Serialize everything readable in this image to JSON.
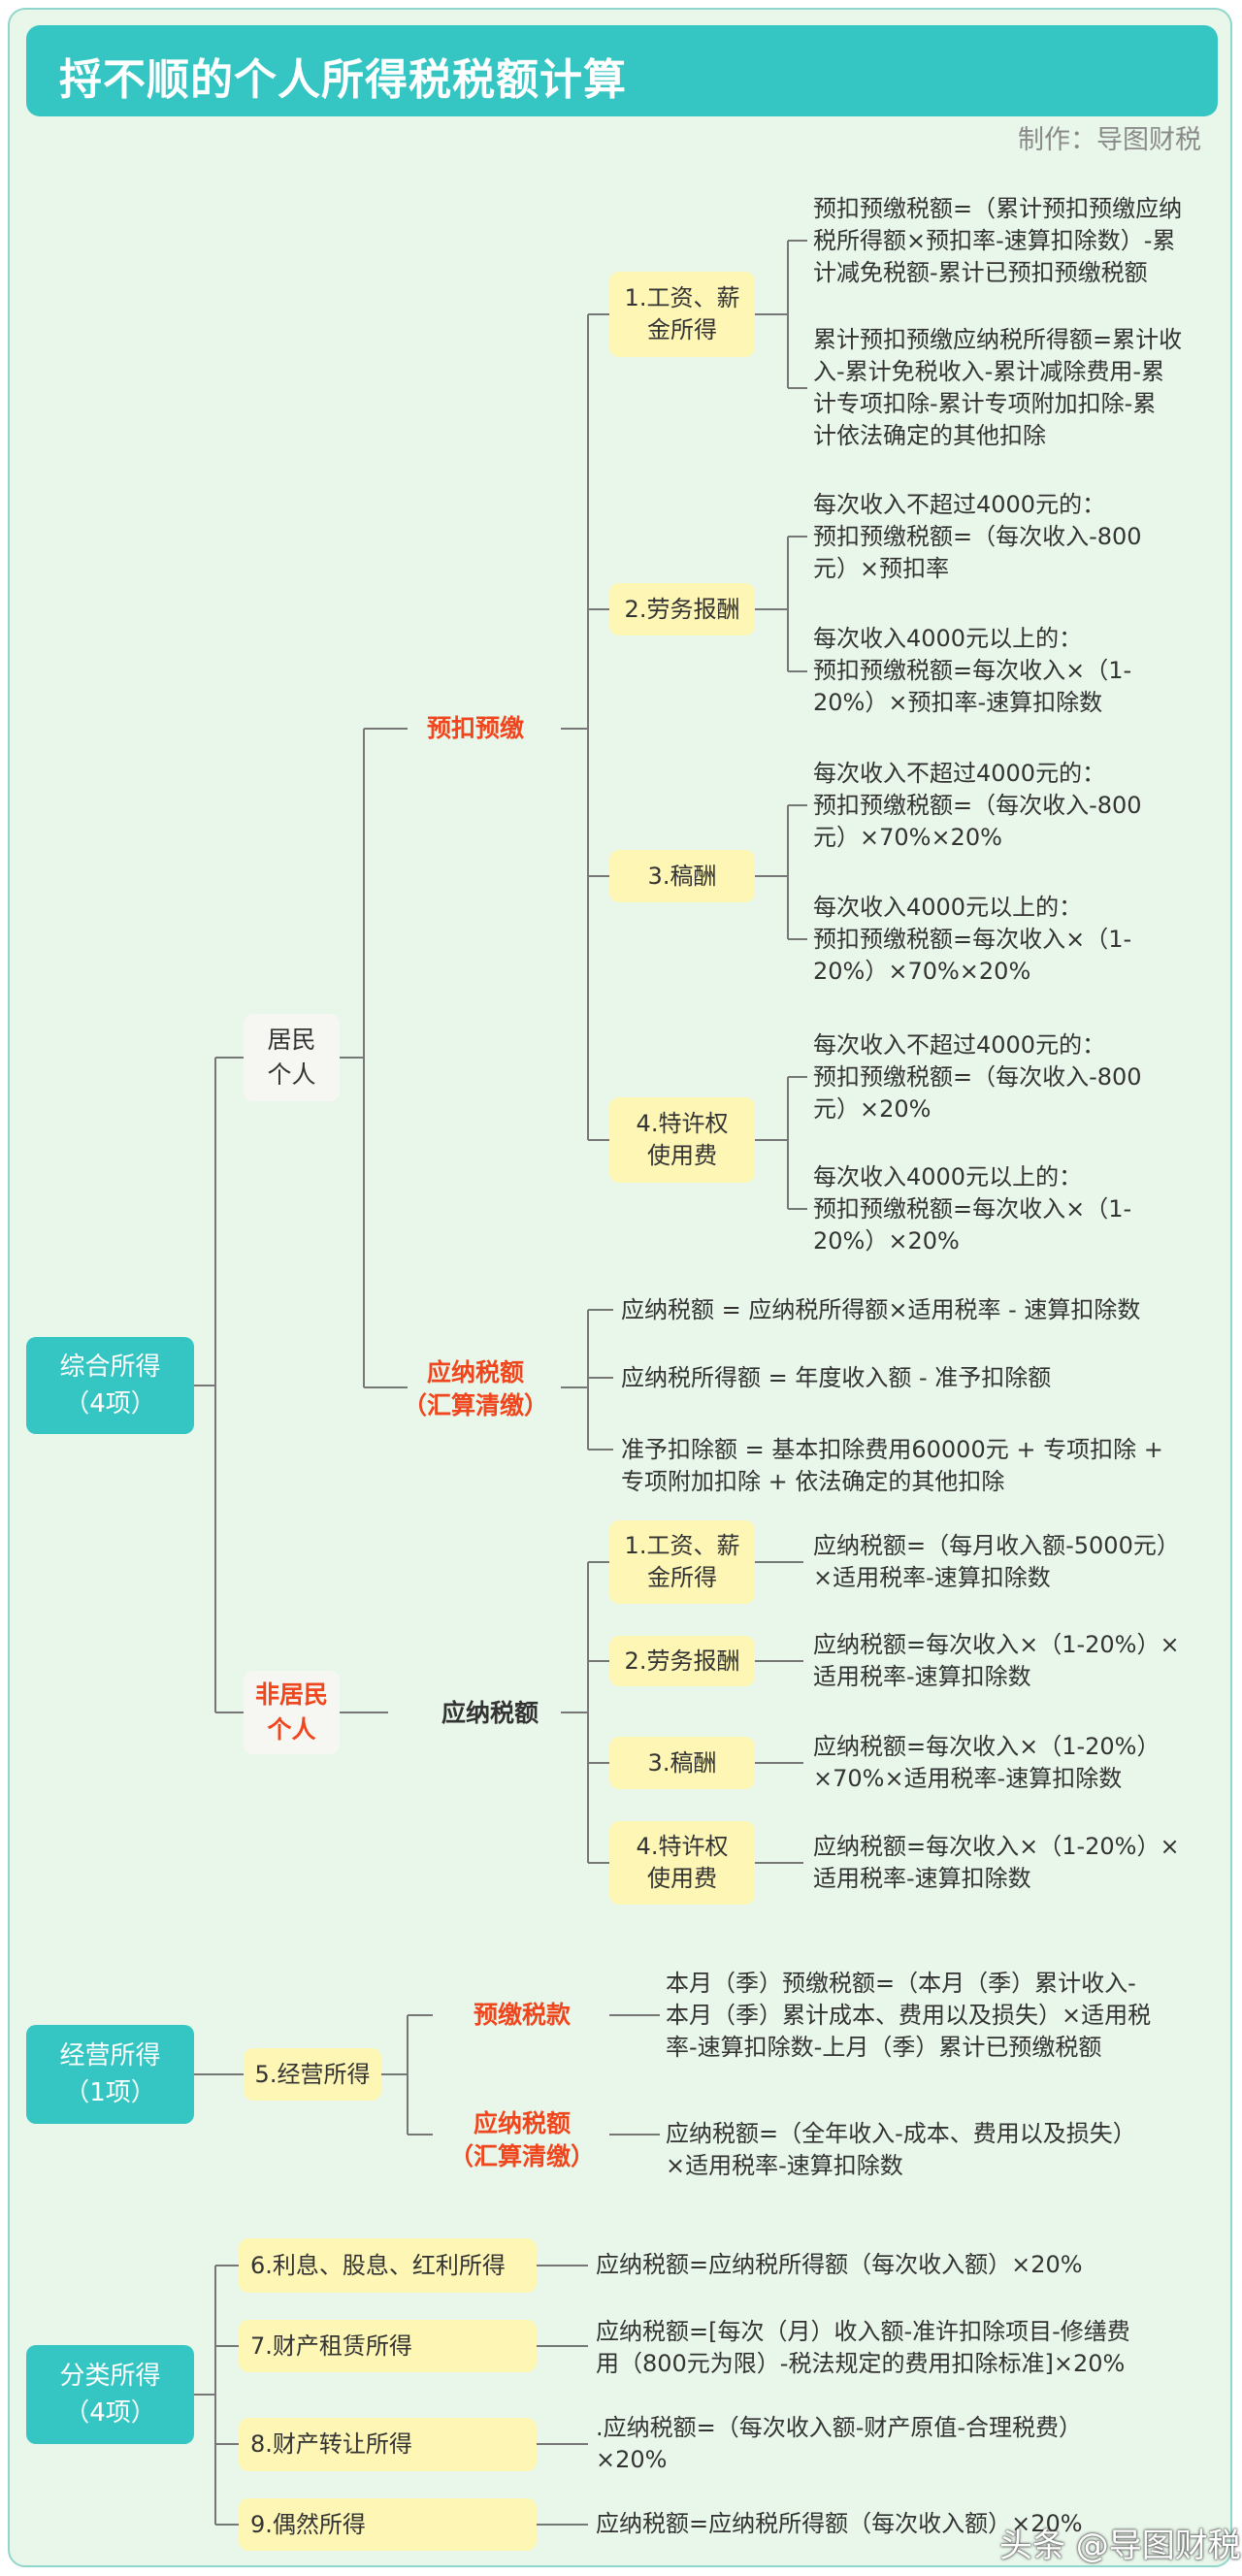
{
  "header": {
    "title": "捋不顺的个人所得税税额计算",
    "credit": "制作：导图财税"
  },
  "colors": {
    "teal": "#35c6c3",
    "highlight_red": "#f0461e",
    "yellow_node": "#fdf6b5",
    "background": "#e9f7ea"
  },
  "comprehensive": {
    "label": [
      "综合所得",
      "（4项）"
    ],
    "resident": {
      "label": [
        "居民",
        "个人"
      ],
      "prepay": {
        "label": [
          "预扣预缴"
        ],
        "items": [
          {
            "label": [
              "1.工资、薪",
              "金所得"
            ],
            "formulas": [
              [
                "预扣预缴税额=（累计预扣预缴应纳",
                "税所得额×预扣率-速算扣除数）-累",
                "计减免税额-累计已预扣预缴税额"
              ],
              [
                "累计预扣预缴应纳税所得额=累计收",
                "入-累计免税收入-累计减除费用-累",
                "计专项扣除-累计专项附加扣除-累",
                "计依法确定的其他扣除"
              ]
            ]
          },
          {
            "label": [
              "2.劳务报酬"
            ],
            "formulas": [
              [
                "每次收入不超过4000元的：",
                "预扣预缴税额=（每次收入-800",
                "元）×预扣率"
              ],
              [
                "每次收入4000元以上的：",
                "预扣预缴税额=每次收入×（1-",
                "20%）×预扣率-速算扣除数"
              ]
            ]
          },
          {
            "label": [
              "3.稿酬"
            ],
            "formulas": [
              [
                "每次收入不超过4000元的：",
                "预扣预缴税额=（每次收入-800",
                "元）×70%×20%"
              ],
              [
                "每次收入4000元以上的：",
                "预扣预缴税额=每次收入×（1-",
                "20%）×70%×20%"
              ]
            ]
          },
          {
            "label": [
              "4.特许权",
              "使用费"
            ],
            "formulas": [
              [
                "每次收入不超过4000元的：",
                "预扣预缴税额=（每次收入-800",
                "元）×20%"
              ],
              [
                "每次收入4000元以上的：",
                "预扣预缴税额=每次收入×（1-",
                "20%）×20%"
              ]
            ]
          }
        ]
      },
      "annual": {
        "label": [
          "应纳税额",
          "（汇算清缴）"
        ],
        "formulas": [
          [
            "应纳税额 = 应纳税所得额×适用税率 - 速算扣除数"
          ],
          [
            "应纳税所得额 = 年度收入额 - 准予扣除额"
          ],
          [
            "准予扣除额 = 基本扣除费用60000元 + 专项扣除 +",
            "专项附加扣除 + 依法确定的其他扣除"
          ]
        ]
      }
    },
    "nonresident": {
      "label": [
        "非居民",
        "个人"
      ],
      "tax": {
        "label": [
          "应纳税额"
        ],
        "items": [
          {
            "label": [
              "1.工资、薪",
              "金所得"
            ],
            "formula": [
              "应纳税额=（每月收入额-5000元）",
              "×适用税率-速算扣除数"
            ]
          },
          {
            "label": [
              "2.劳务报酬"
            ],
            "formula": [
              "应纳税额=每次收入×（1-20%）×",
              "适用税率-速算扣除数"
            ]
          },
          {
            "label": [
              "3.稿酬"
            ],
            "formula": [
              "应纳税额=每次收入×（1-20%）",
              "×70%×适用税率-速算扣除数"
            ]
          },
          {
            "label": [
              "4.特许权",
              "使用费"
            ],
            "formula": [
              "应纳税额=每次收入×（1-20%）×",
              "适用税率-速算扣除数"
            ]
          }
        ]
      }
    }
  },
  "business": {
    "label": [
      "经营所得",
      "（1项）"
    ],
    "item": {
      "label": [
        "5.经营所得"
      ]
    },
    "prepay": {
      "label": [
        "预缴税款"
      ],
      "formula": [
        "本月（季）预缴税额=（本月（季）累计收入-",
        "本月（季）累计成本、费用以及损失）×适用税",
        "率-速算扣除数-上月（季）累计已预缴税额"
      ]
    },
    "annual": {
      "label": [
        "应纳税额",
        "（汇算清缴）"
      ],
      "formula": [
        "应纳税额=（全年收入-成本、费用以及损失）",
        "×适用税率-速算扣除数"
      ]
    }
  },
  "classified": {
    "label": [
      "分类所得",
      "（4项）"
    ],
    "items": [
      {
        "label": [
          "6.利息、股息、红利所得"
        ],
        "formula": [
          "应纳税额=应纳税所得额（每次收入额）×20%"
        ]
      },
      {
        "label": [
          "7.财产租赁所得"
        ],
        "formula": [
          "应纳税额=[每次（月）收入额-准许扣除项目-修缮费",
          "用（800元为限）-税法规定的费用扣除标准]×20%"
        ]
      },
      {
        "label": [
          "8.财产转让所得"
        ],
        "formula": [
          ".应纳税额=（每次收入额-财产原值-合理税费）",
          "×20%"
        ]
      },
      {
        "label": [
          "9.偶然所得"
        ],
        "formula": [
          "应纳税额=应纳税所得额（每次收入额）×20%"
        ]
      }
    ]
  },
  "watermark": "头条 @导图财税"
}
